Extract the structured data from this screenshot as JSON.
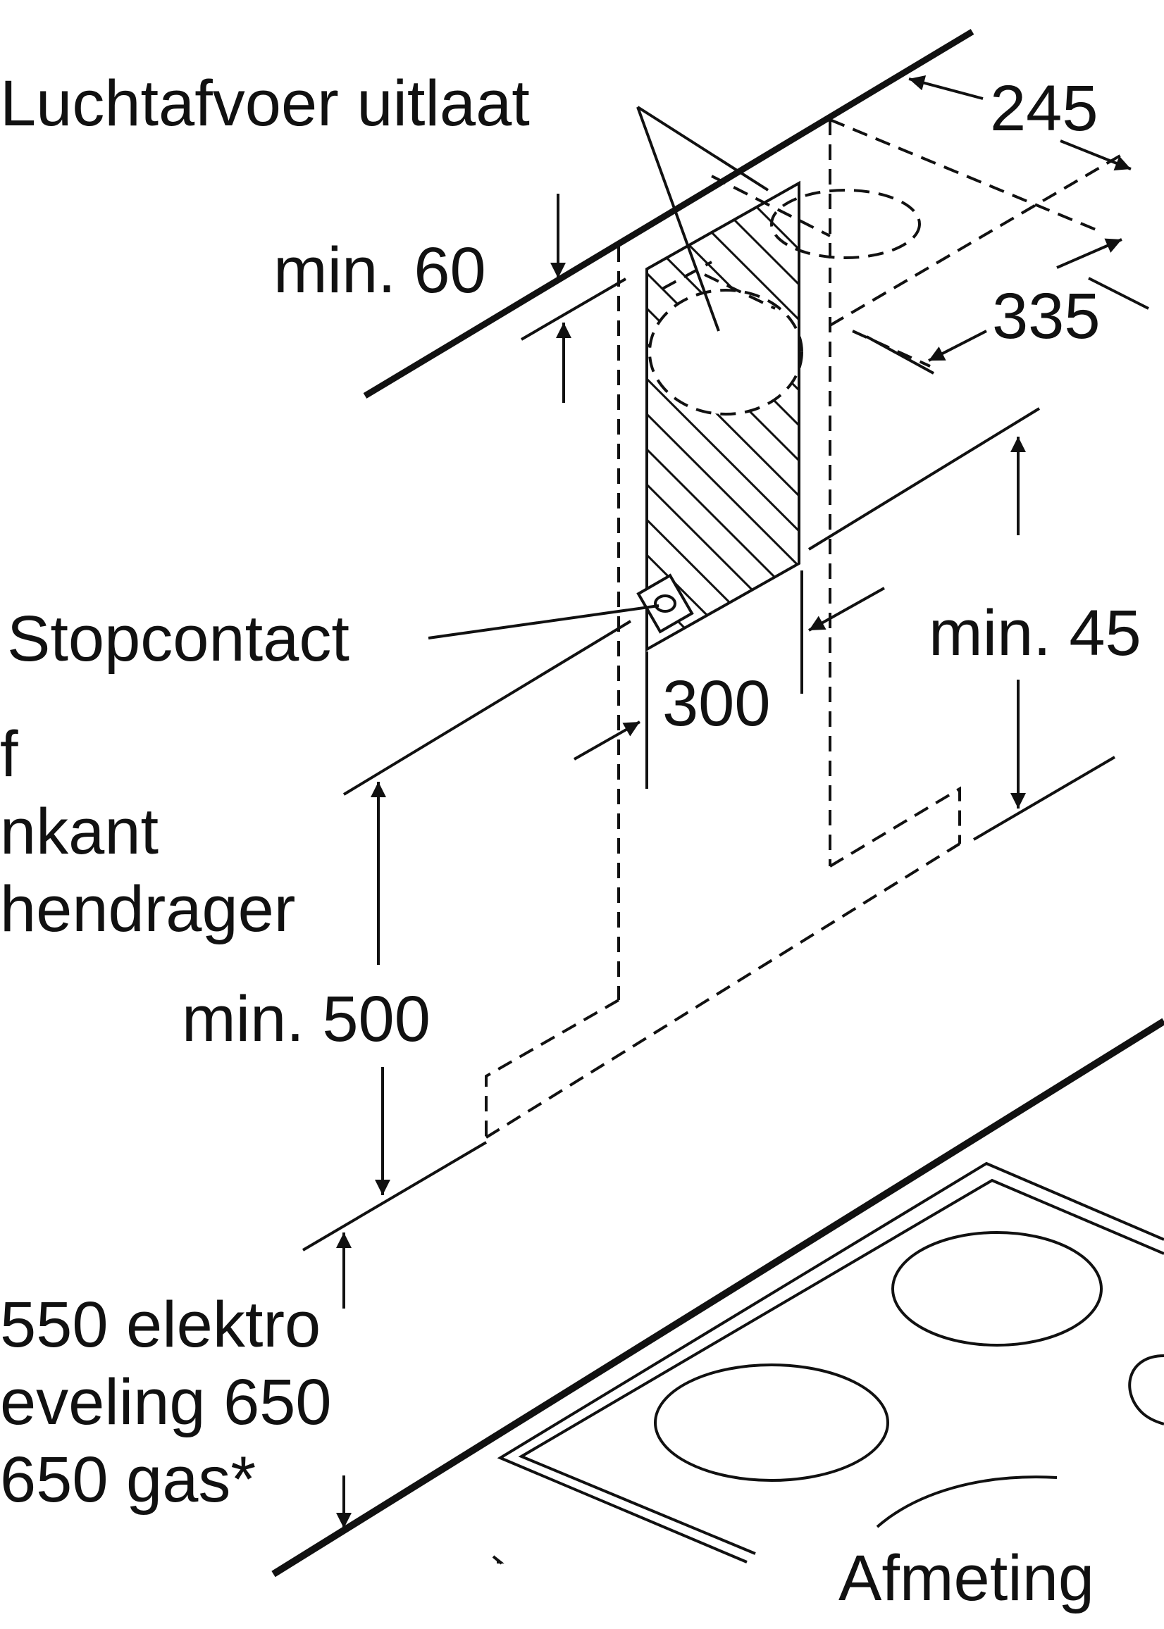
{
  "labels": {
    "air_outlet": "Luchtafvoer uitlaat",
    "socket": "Stopcontact",
    "cut_off_1": "f",
    "cut_off_2": "nkant",
    "cut_off_3": "hendrager",
    "elektro": "550 elektro",
    "menging": "eveling 650",
    "gas": "650 gas*",
    "afmeting": "Afmeting"
  },
  "dimensions": {
    "top_clearance": "min. 60",
    "width_245": "245",
    "depth_335": "335",
    "height_450": "min. 45",
    "socket_300": "300",
    "height_500": "min. 500"
  },
  "colors": {
    "line": "#111111",
    "background": "#ffffff"
  }
}
